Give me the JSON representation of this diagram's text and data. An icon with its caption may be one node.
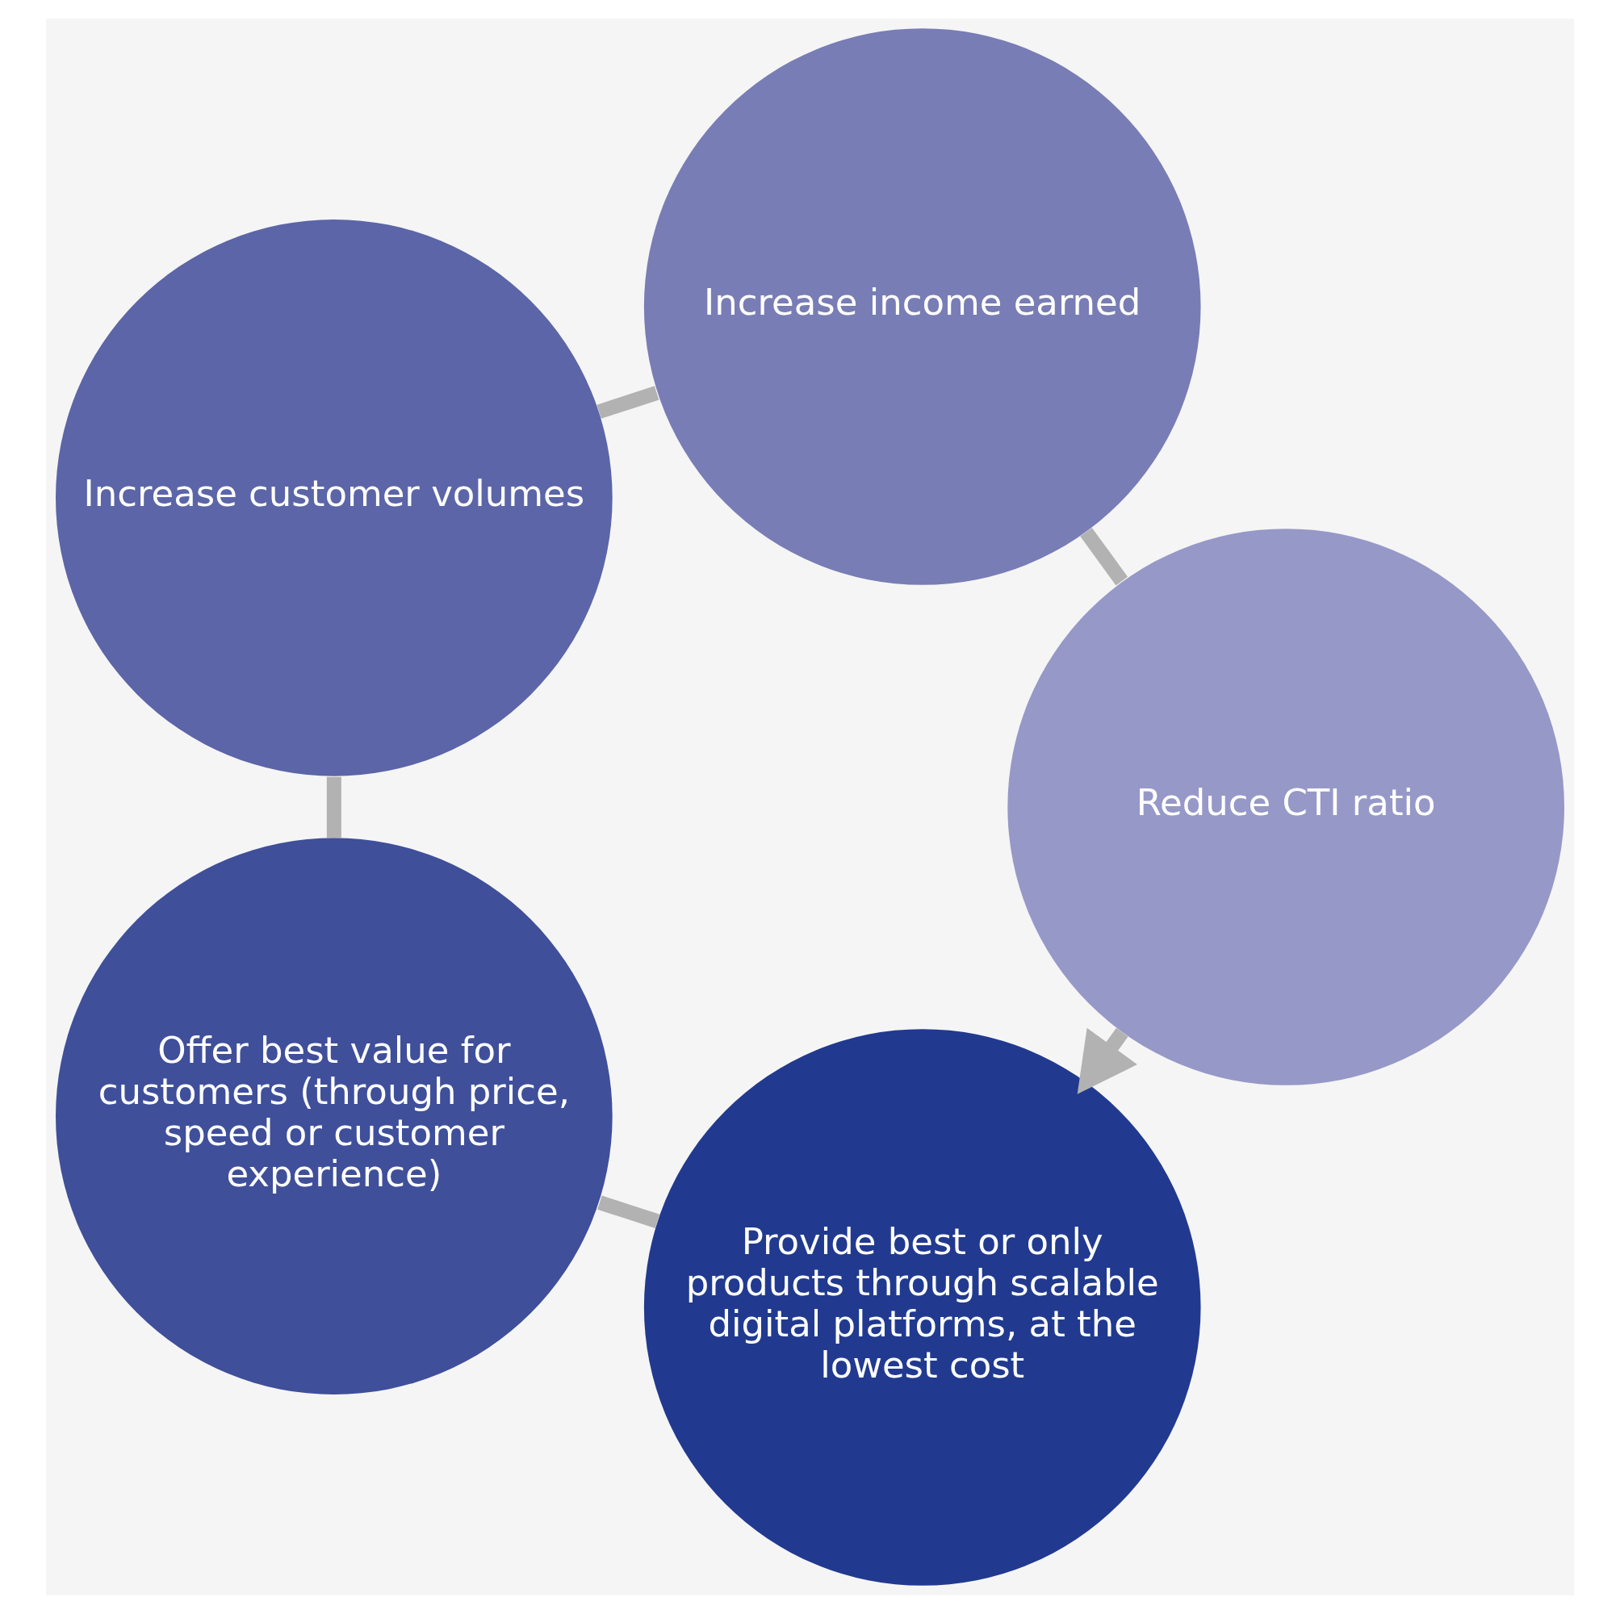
{
  "diagram": {
    "nodes": [
      {
        "text": [
          "Provide best or only products through scalable digital platforms, at the lowest cost"
        ]
      },
      {
        "text": [
          "Reduce CTI ratio"
        ]
      },
      {
        "text": [
          "Offer best value for customers (through price, speed or customer experience)"
        ]
      },
      {
        "text": [
          "Increase income earned"
        ]
      },
      {
        "text": [
          "Increase customer volumes"
        ]
      }
    ],
    "edges": [
      {
        "from": 0,
        "to": 2,
        "arrow": "none"
      },
      {
        "from": 2,
        "to": 4,
        "arrow": "none"
      },
      {
        "from": 4,
        "to": 3,
        "arrow": "none"
      },
      {
        "from": 3,
        "to": 1,
        "arrow": "none"
      },
      {
        "from": 1,
        "to": 0,
        "arrow": "to"
      }
    ]
  }
}
